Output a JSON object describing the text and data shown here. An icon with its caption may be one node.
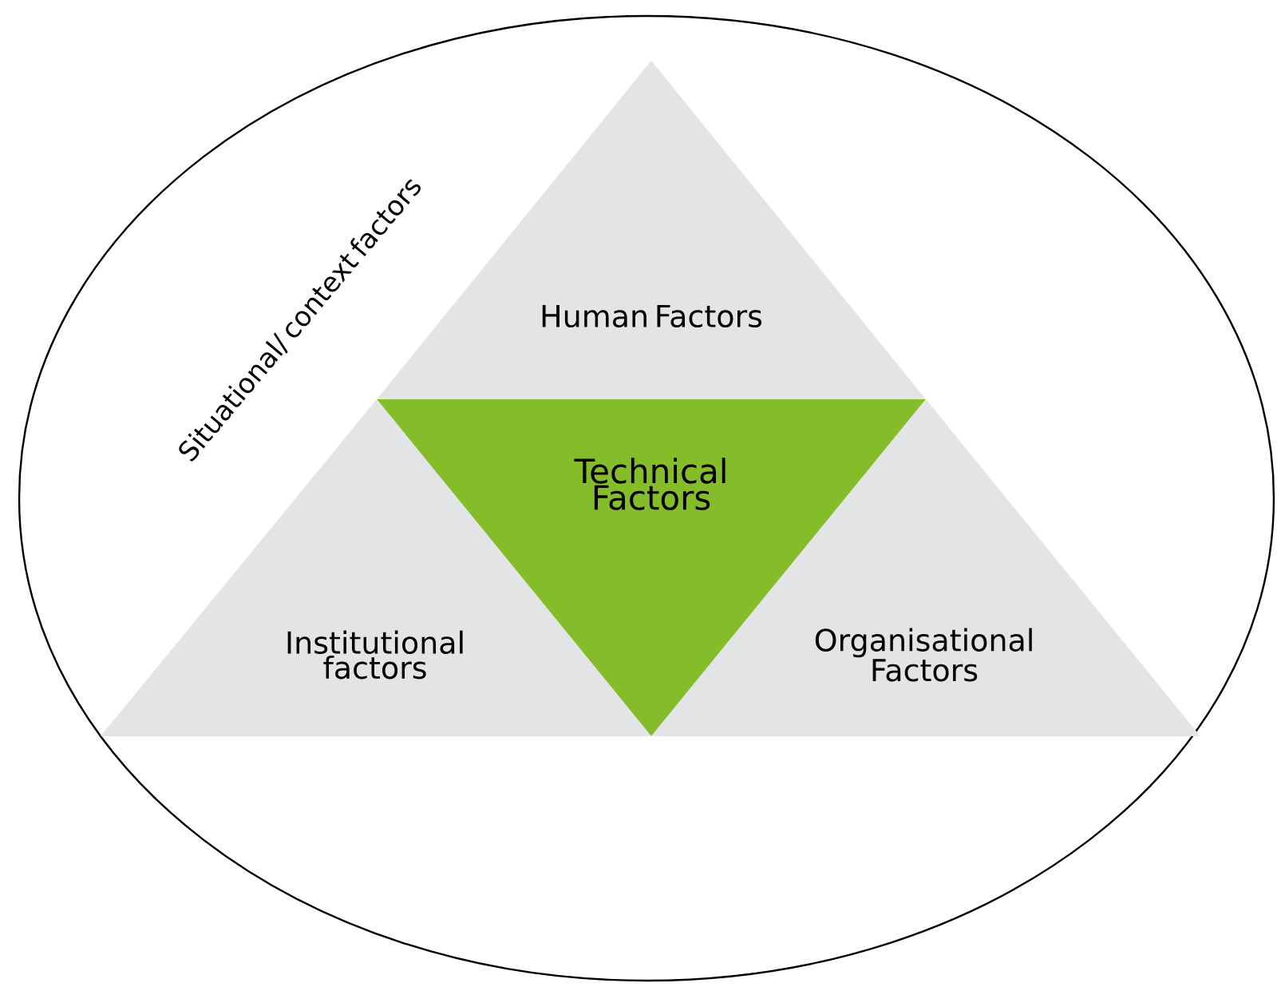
{
  "diagram": {
    "nodes": [
      {
        "text": [
          "Situational/ context factors"
        ]
      },
      {
        "text": [
          "Human Factors"
        ],
        "in": 0
      },
      {
        "text": [
          "Technical Factors"
        ],
        "in": 0
      },
      {
        "text": [
          "Institutional factors"
        ],
        "in": 0
      },
      {
        "text": [
          "Organisational Factors"
        ],
        "in": 0
      }
    ]
  }
}
